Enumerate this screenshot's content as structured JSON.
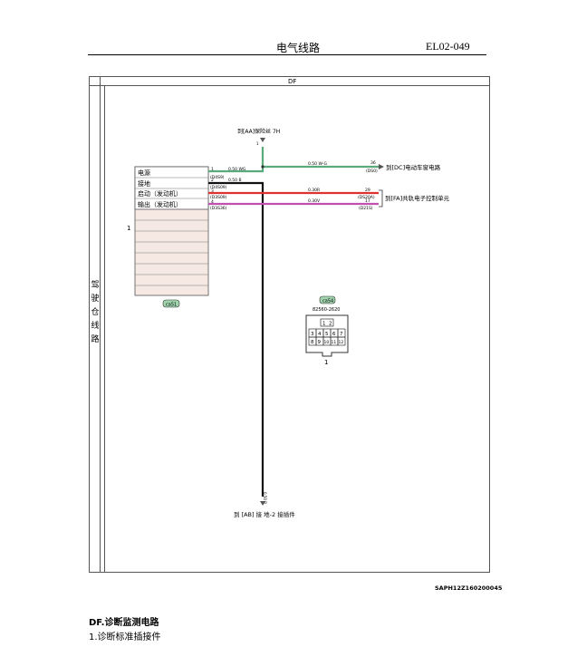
{
  "header": {
    "title": "电气线路",
    "page_code": "EL02-049"
  },
  "frame": {
    "section_label": "DF",
    "side_label": "驾驶仓线路"
  },
  "top_connector": {
    "label": "到[AA]保险丝 7H",
    "wire": "0.50 WG",
    "pin": "1"
  },
  "connector_c": {
    "tag": "ca51",
    "index": "1",
    "rows": [
      {
        "name": "电源",
        "pin": "1",
        "wire": "0.50 WG",
        "splice": "(D4S9)"
      },
      {
        "name": "接地",
        "pin": "2",
        "wire": "0.50 B",
        "splice": "(D4S09)"
      },
      {
        "name": "启动（发动机）",
        "pin": "3",
        "wire": "0.30R",
        "splice": "(D3S09)"
      },
      {
        "name": "输出（发动机）",
        "pin": "4",
        "wire": "0.30V",
        "splice": "(D3S36)"
      }
    ]
  },
  "right_targets": [
    {
      "label": "到[DC]电动车窗电路",
      "wire": "0.50 W-G",
      "pin": "36",
      "splice": "(DS0)"
    },
    {
      "label": "到[FA]共轨电子控制单元",
      "wire": "0.30R",
      "pin": "29",
      "splice": "(DS20A)",
      "wire2": "0.30V",
      "pin2": "17",
      "splice2": "(D21S)"
    }
  ],
  "bottom_target": {
    "label": "到 [AB] 接 地-2  接插件",
    "wire": "0.50 B",
    "pin": "1"
  },
  "connector_d": {
    "tag": "ca54",
    "part_no": "82560-2620",
    "index": "1",
    "pins_row1": [
      "1",
      "2"
    ],
    "pins_row2": [
      "3",
      "4",
      "5",
      "6",
      "7"
    ],
    "pins_row3": [
      "8",
      "9",
      "10",
      "11",
      "12"
    ]
  },
  "footer": {
    "diagram_code": "SAPH12Z160200045",
    "section_title": "DF.诊断监测电路",
    "subsection": "1.诊断标准插接件"
  },
  "colors": {
    "green_wire": "#5aaa7a",
    "red_wire": "#e03030",
    "violet_wire": "#c050b0",
    "black_wire": "#111111"
  }
}
